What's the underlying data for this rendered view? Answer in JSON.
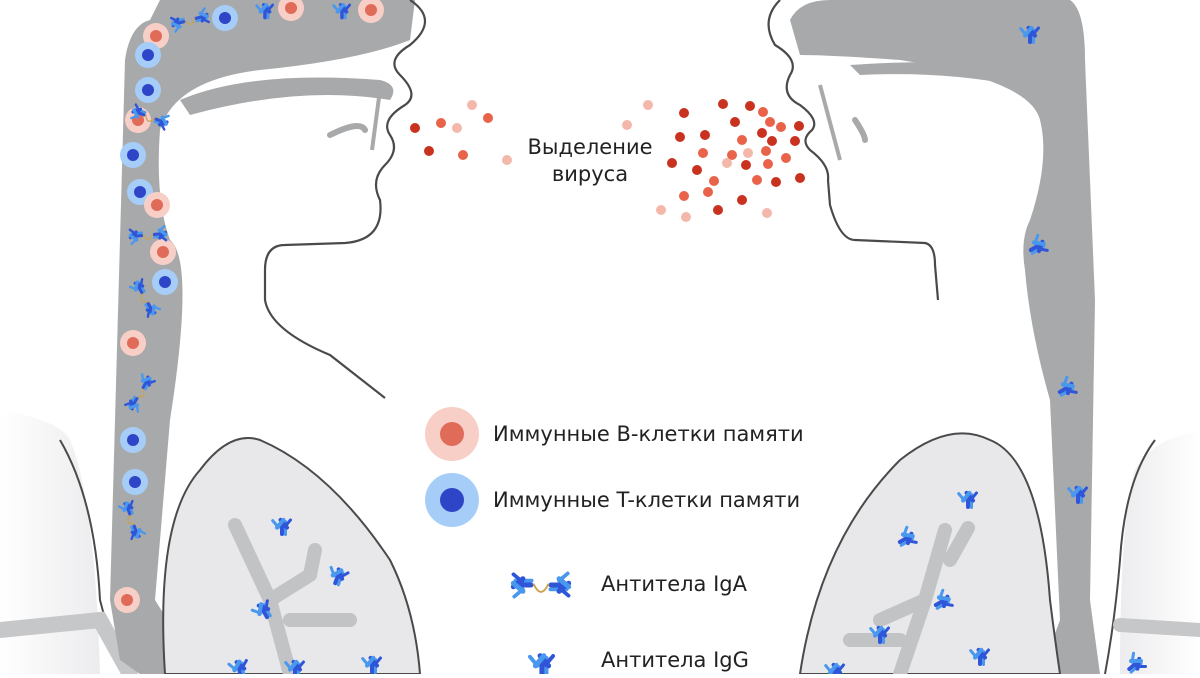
{
  "diagram": {
    "virus_shedding_label_line1": "Выделение",
    "virus_shedding_label_line2": "вируса",
    "legend": [
      {
        "key": "b_cells",
        "label": "Иммунные B-клетки памяти",
        "icon": "b-memory-cell-icon",
        "outer_color": "#f8cfc6",
        "inner_color": "#e06b59"
      },
      {
        "key": "t_cells",
        "label": "Иммунные T-клетки памяти",
        "icon": "t-memory-cell-icon",
        "outer_color": "#a6cdf7",
        "inner_color": "#2f45c8"
      },
      {
        "key": "iga",
        "label": "Антитела IgA",
        "icon": "iga-antibody-icon",
        "color": "#2f6fe0"
      },
      {
        "key": "igg",
        "label": "Антитела IgG",
        "icon": "igg-antibody-icon",
        "color": "#3a86ec"
      }
    ],
    "colors": {
      "tissue_gray": "#a8a9ab",
      "lung_fill": "#e8e8ea",
      "bronchi_gray": "#c2c3c5",
      "outline": "#4a4a4a",
      "virus_dark": "#c8321f",
      "virus_mid": "#e8634a",
      "virus_light": "#f4b8ab"
    }
  }
}
